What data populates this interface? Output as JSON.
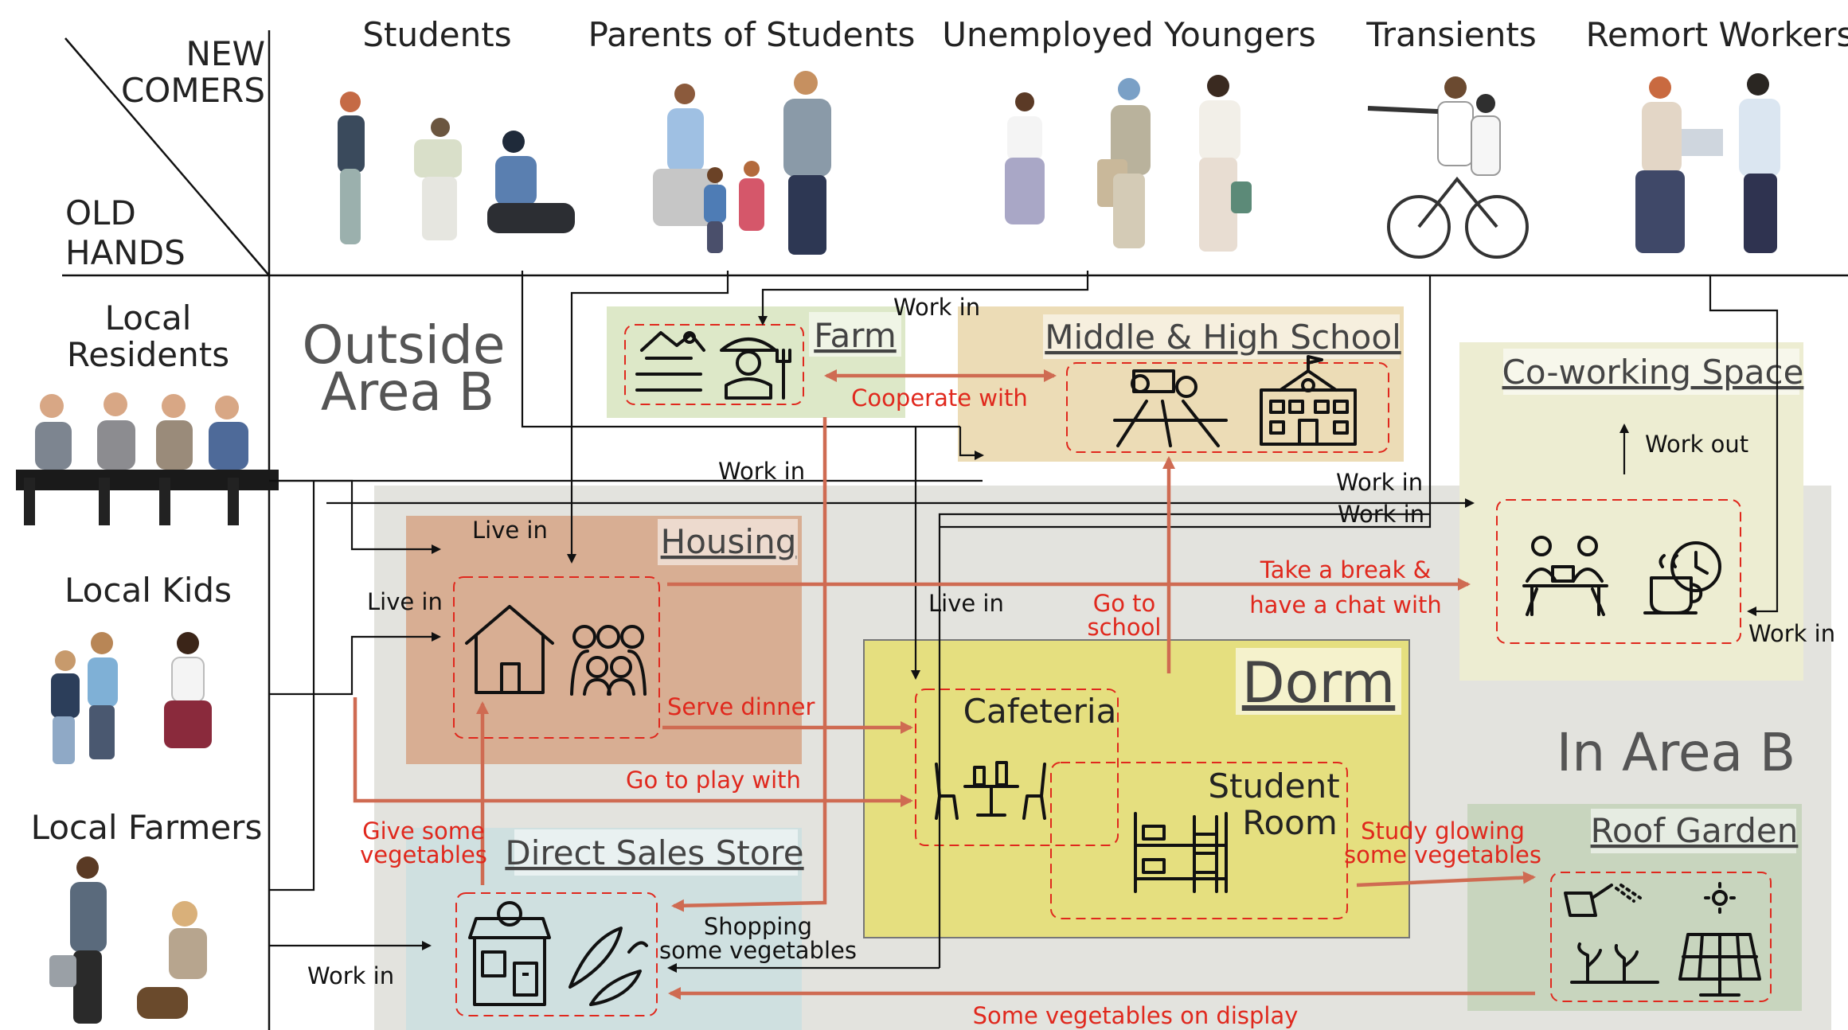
{
  "corner": {
    "new_line1": "NEW",
    "new_line2": "COMERS",
    "old_line1": "OLD",
    "old_line2": "HANDS"
  },
  "newcomers": [
    {
      "label": "Students"
    },
    {
      "label": "Parents of Students"
    },
    {
      "label": "Unemployed Youngers"
    },
    {
      "label": "Transients"
    },
    {
      "label": "Remort Workers"
    }
  ],
  "oldhands": {
    "residents_line1": "Local",
    "residents_line2": "Residents",
    "kids": "Local Kids",
    "farmers": "Local Farmers"
  },
  "areas": {
    "outside_line1": "Outside",
    "outside_line2": "Area B",
    "inside": "In Area B"
  },
  "places": {
    "farm": "Farm",
    "school": "Middle & High School",
    "coworking": "Co-working Space",
    "housing": "Housing",
    "dorm": "Dorm",
    "cafeteria": "Cafeteria",
    "student_room_line1": "Student",
    "student_room_line2": "Room",
    "store": "Direct Sales Store",
    "roof_garden": "Roof Garden"
  },
  "relations": {
    "work_in": "Work in",
    "live_in": "Live in",
    "work_out": "Work out",
    "cooperate_with": "Cooperate with",
    "take_break_line1": "Take a break &",
    "take_break_line2": "have a chat with",
    "go_to_school_line1": "Go to",
    "go_to_school_line2": "school",
    "serve_dinner": "Serve dinner",
    "go_to_play_with": "Go to play with",
    "give_veg_line1": "Give some",
    "give_veg_line2": "vegetables",
    "shopping_line1": "Shopping",
    "shopping_line2": "some vegetables",
    "study_line1": "Study glowing",
    "study_line2": "some vegetables",
    "veg_display": "Some vegetables on display"
  },
  "colors": {
    "area_b": "#e3e3de",
    "farm": "#dde8c8",
    "school": "#ecdcb6",
    "coworking": "#ededd2",
    "housing": "#d8ae93",
    "dorm": "#e5df7f",
    "store": "#cfe0e0",
    "roof_garden": "#c8d5be",
    "accent_red": "#e0281d",
    "arrow_red": "#cf6b52"
  }
}
